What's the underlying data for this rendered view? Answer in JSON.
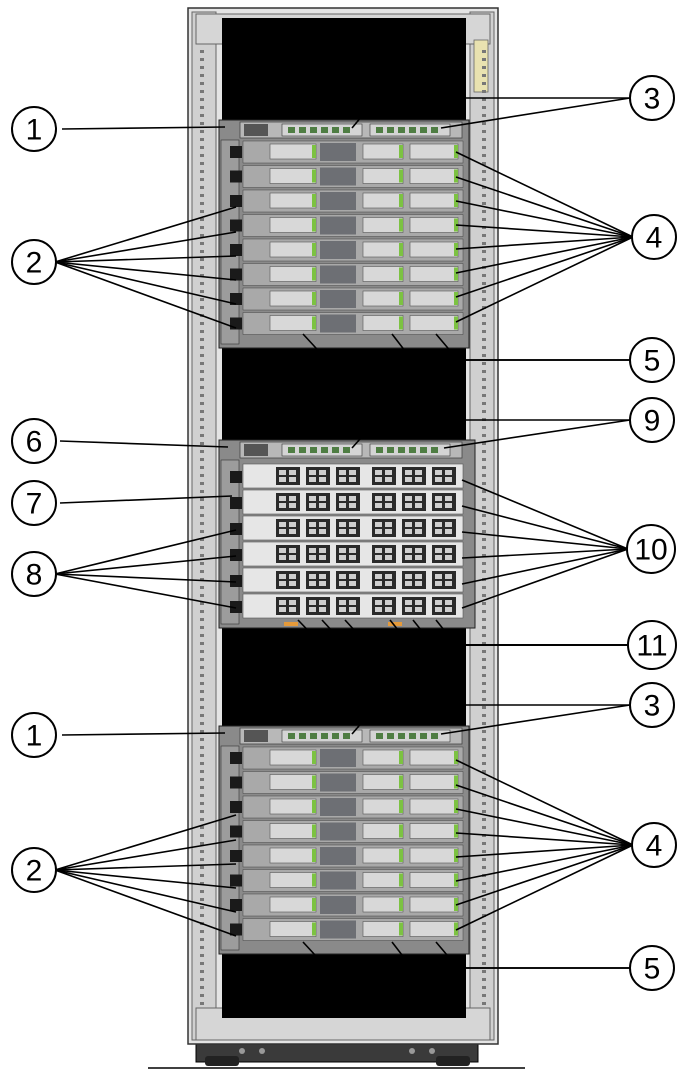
{
  "callouts": [
    {
      "id": "c1a",
      "label": "1"
    },
    {
      "id": "c2a",
      "label": "2"
    },
    {
      "id": "c3a",
      "label": "3"
    },
    {
      "id": "c4a",
      "label": "4"
    },
    {
      "id": "c5a",
      "label": "5"
    },
    {
      "id": "c6",
      "label": "6"
    },
    {
      "id": "c7",
      "label": "7"
    },
    {
      "id": "c8",
      "label": "8"
    },
    {
      "id": "c9",
      "label": "9"
    },
    {
      "id": "c10",
      "label": "10"
    },
    {
      "id": "c11",
      "label": "11"
    },
    {
      "id": "c1b",
      "label": "1"
    },
    {
      "id": "c2b",
      "label": "2"
    },
    {
      "id": "c3b",
      "label": "3"
    },
    {
      "id": "c4b",
      "label": "4"
    },
    {
      "id": "c5b",
      "label": "5"
    }
  ],
  "colors": {
    "rack_frame": "#c8c8c8",
    "rack_interior": "#000000",
    "chassis": "#8a8a8a",
    "drive_face": "#d8d8d8",
    "drive_accent": "#7cc242",
    "callout_stroke": "#000000"
  }
}
